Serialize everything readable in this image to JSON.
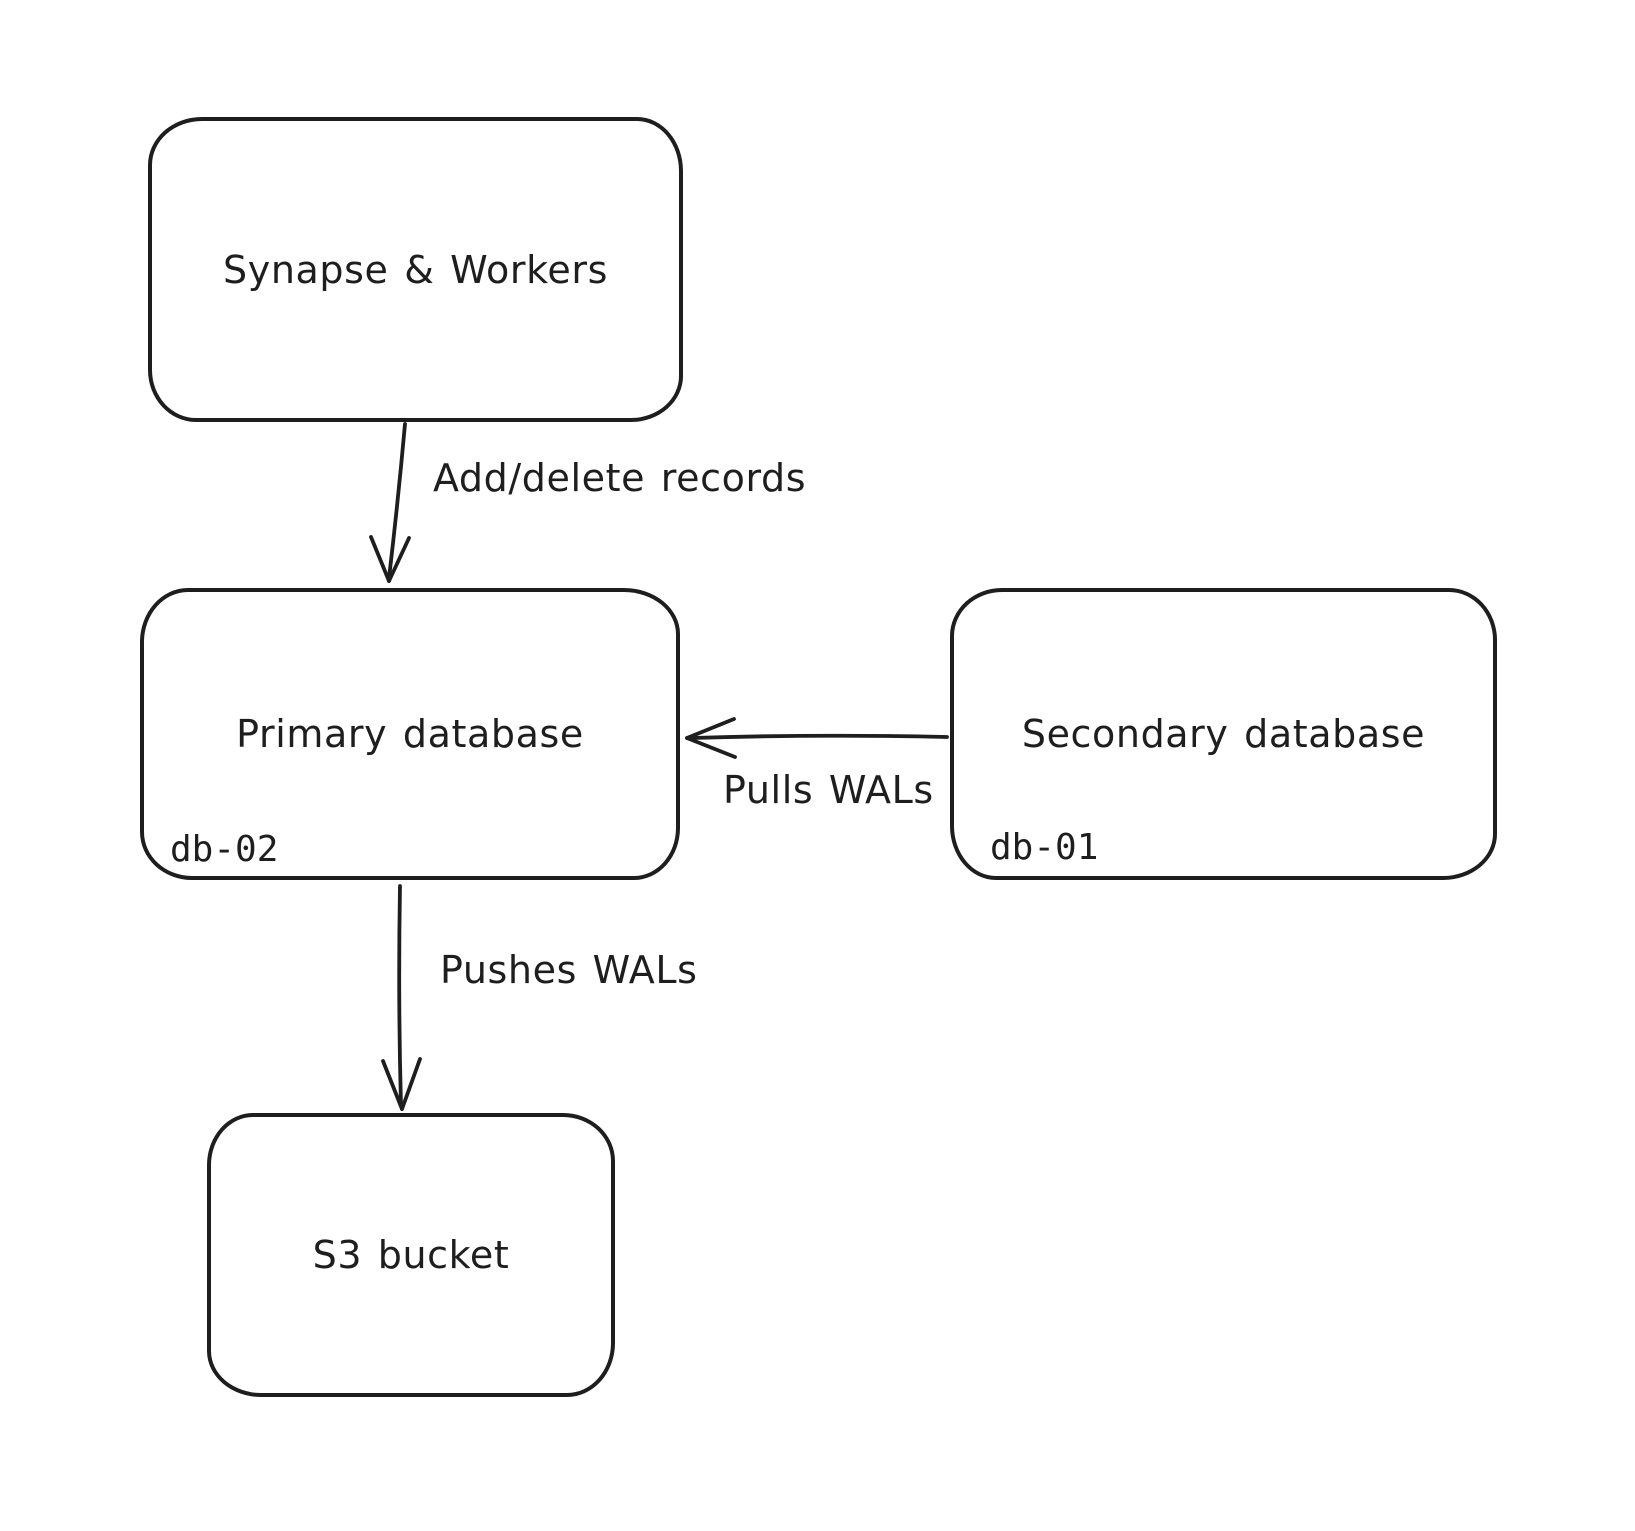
{
  "diagram": {
    "background": "#ffffff",
    "stroke_color": "#1e1e1e",
    "nodes": {
      "synapse_workers": {
        "label": "Synapse & Workers"
      },
      "primary_database": {
        "label": "Primary database",
        "id_tag": "db-02"
      },
      "secondary_database": {
        "label": "Secondary database",
        "id_tag": "db-01"
      },
      "s3_bucket": {
        "label": "S3 bucket"
      }
    },
    "edges": {
      "add_delete_records": {
        "label": "Add/delete records",
        "from": "Synapse & Workers",
        "to": "Primary database",
        "direction": "down"
      },
      "pulls_wals": {
        "label": "Pulls WALs",
        "from": "Secondary database",
        "to": "Primary database",
        "direction": "left"
      },
      "pushes_wals": {
        "label": "Pushes WALs",
        "from": "Primary database",
        "to": "S3 bucket",
        "direction": "down"
      }
    }
  }
}
